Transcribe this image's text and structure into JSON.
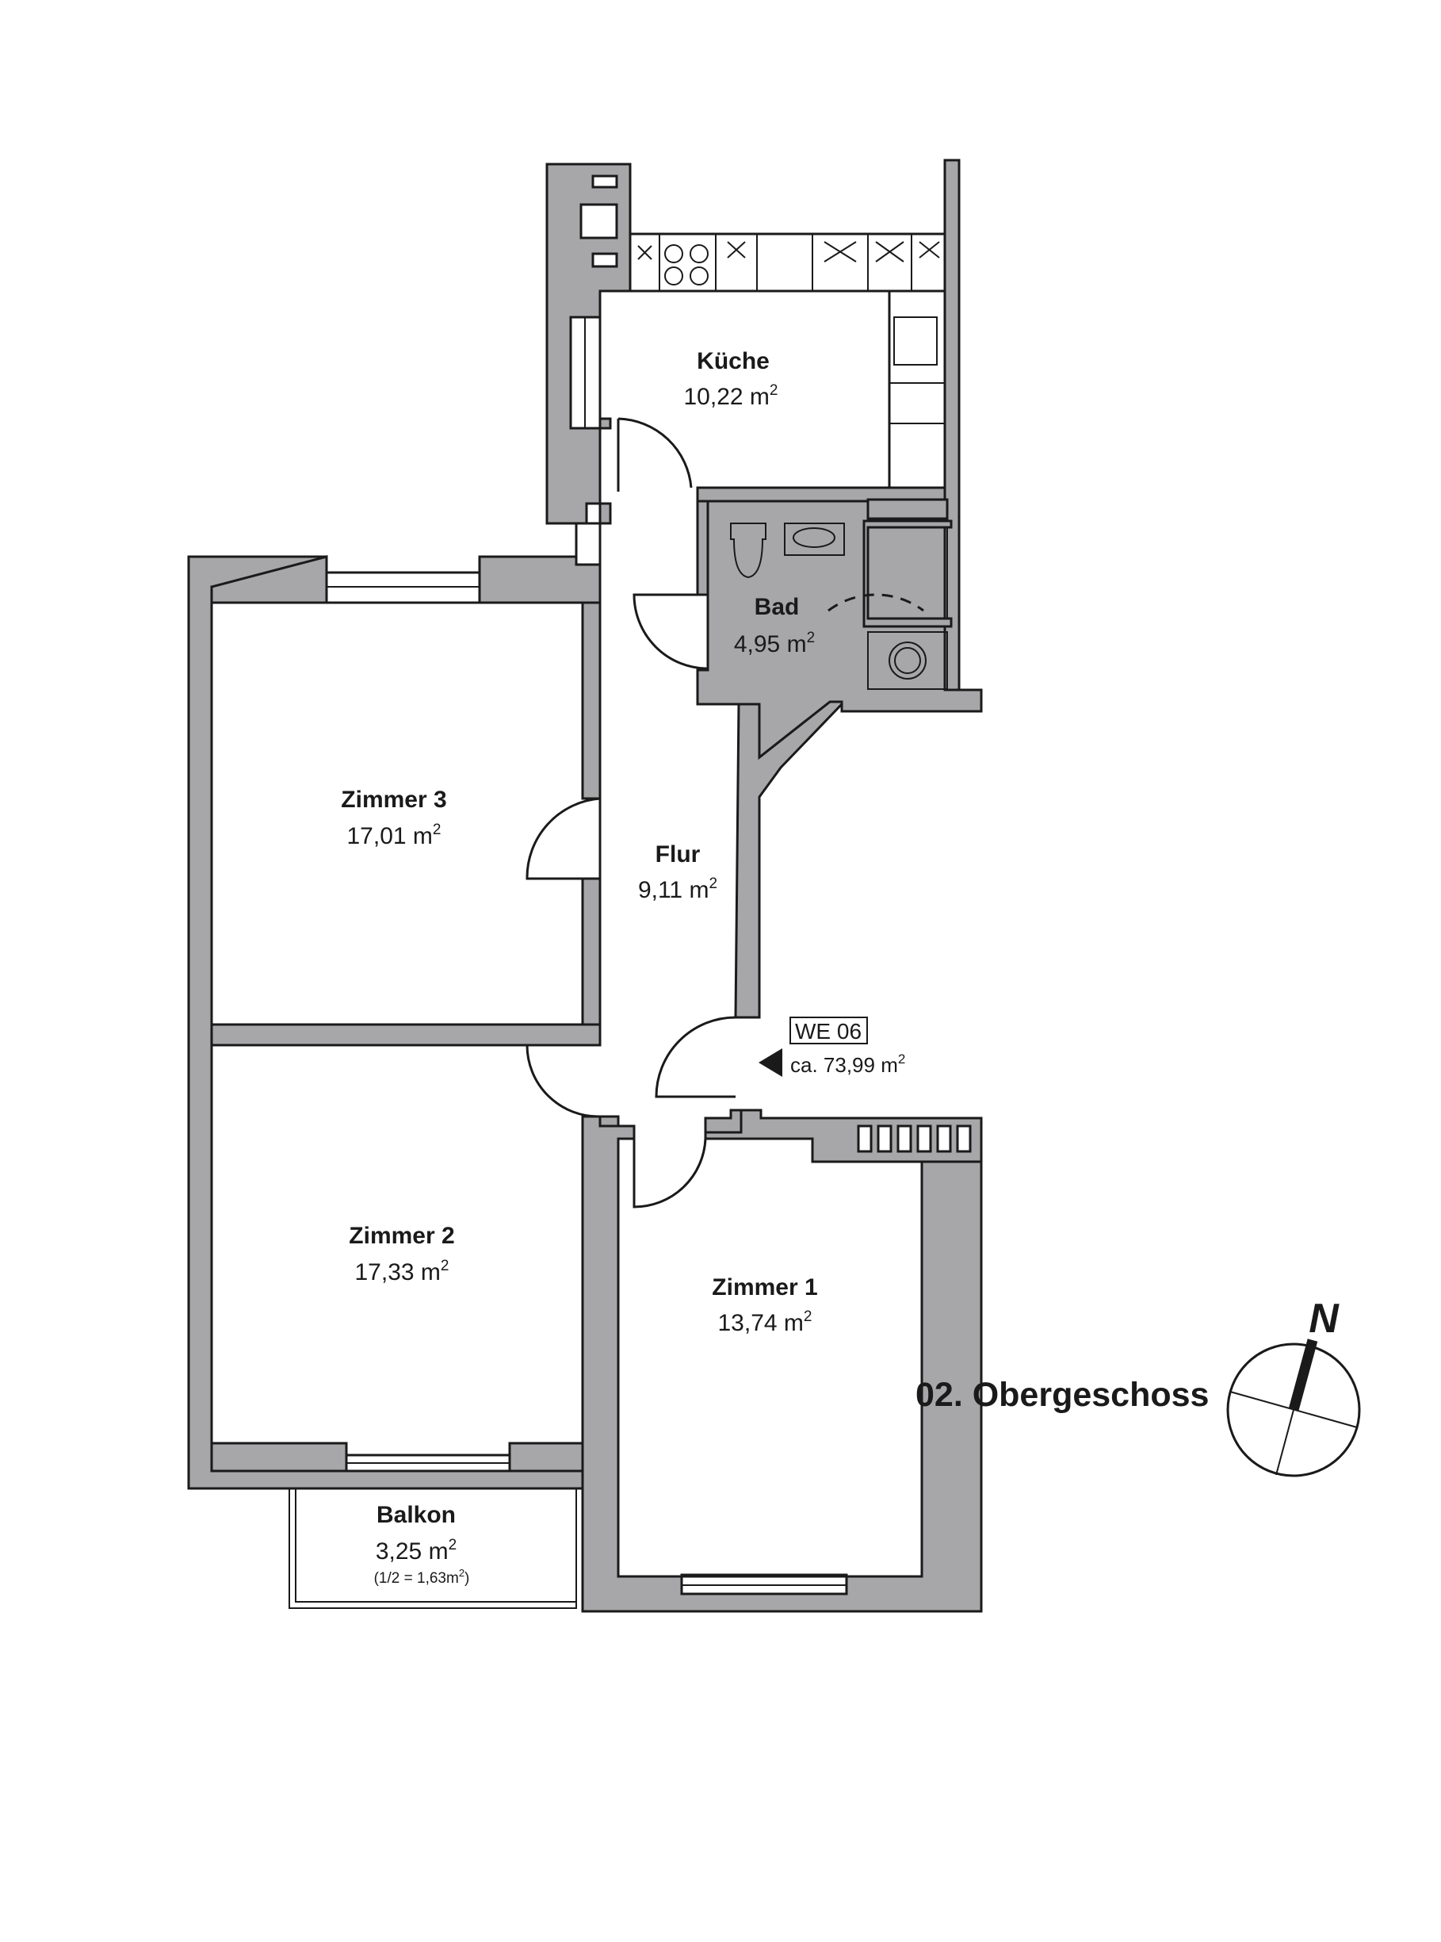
{
  "rooms": {
    "kueche": {
      "name": "Küche",
      "area": "10,22 m",
      "sup": "2"
    },
    "bad": {
      "name": "Bad",
      "area": "4,95 m",
      "sup": "2"
    },
    "zimmer3": {
      "name": "Zimmer 3",
      "area": "17,01 m",
      "sup": "2"
    },
    "flur": {
      "name": "Flur",
      "area": "9,11 m",
      "sup": "2"
    },
    "zimmer2": {
      "name": "Zimmer 2",
      "area": "17,33 m",
      "sup": "2"
    },
    "zimmer1": {
      "name": "Zimmer 1",
      "area": "13,74 m",
      "sup": "2"
    },
    "balkon": {
      "name": "Balkon",
      "area": "3,25 m",
      "sup": "2",
      "note": "(1/2 = 1,63m",
      "note_sup": "2",
      "note_end": ")"
    }
  },
  "unit": {
    "label": "WE 06",
    "area": "ca. 73,99 m",
    "sup": "2"
  },
  "floor_label": "02. Obergeschoss",
  "north_label": "N",
  "colors": {
    "wall": "#a7a7a9",
    "ink": "#1a1a1a",
    "background": "#ffffff"
  }
}
